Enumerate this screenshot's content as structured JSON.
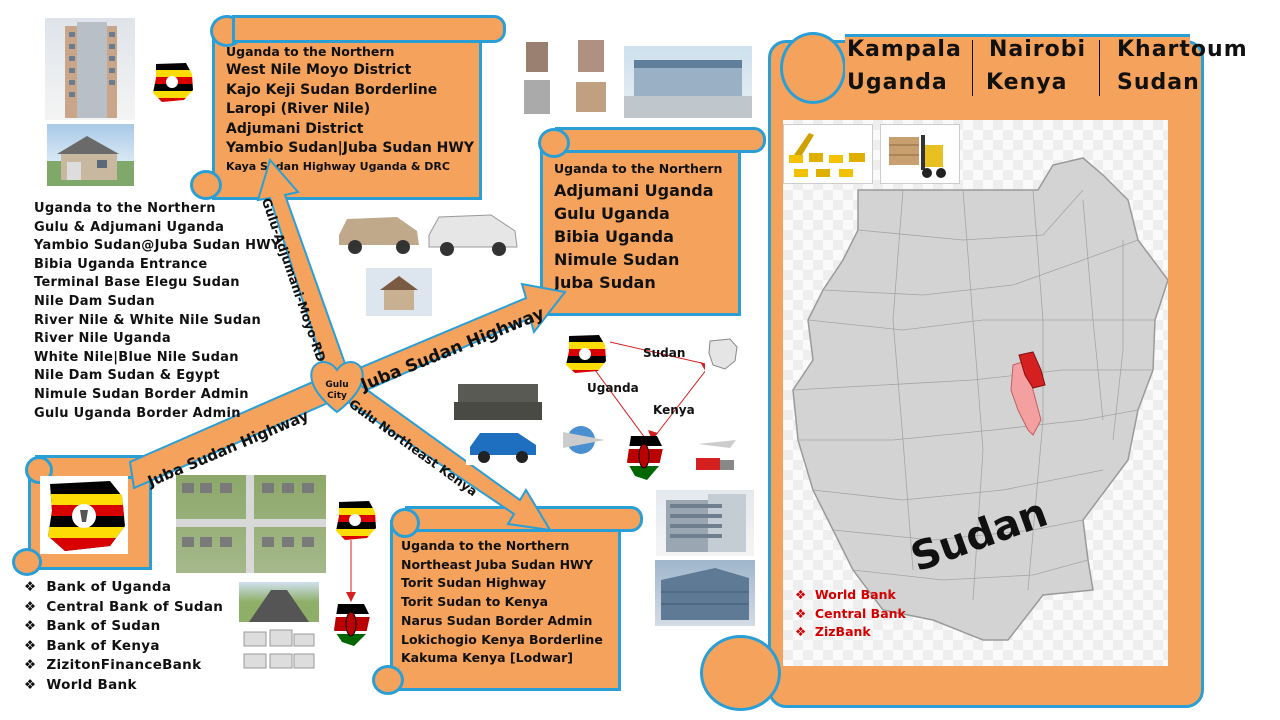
{
  "header": {
    "cities": [
      "Kampala",
      "Nairobi",
      "Khartoum"
    ],
    "countries": [
      "Uganda",
      "Kenya",
      "Sudan"
    ]
  },
  "top_scroll": {
    "lines": [
      "Uganda to the Northern",
      "West Nile Moyo District",
      "Kajo Keji Sudan Borderline",
      "Laropi (River Nile)",
      "Adjumani District",
      "Yambio Sudan|Juba Sudan HWY",
      "Kaya Sudan Highway Uganda & DRC"
    ]
  },
  "mid_scroll": {
    "lines": [
      "Uganda to the Northern",
      "Adjumani Uganda",
      "Gulu Uganda",
      "Bibia Uganda",
      "Nimule Sudan",
      "Juba Sudan"
    ]
  },
  "bottom_scroll": {
    "lines": [
      "Uganda to the Northern",
      "Northeast Juba Sudan HWY",
      "Torit Sudan Highway",
      "Torit Sudan to Kenya",
      "Narus Sudan Border Admin",
      "Lokichogio Kenya Borderline",
      "Kakuma Kenya [Lodwar]"
    ]
  },
  "left_list": [
    "Uganda to the Northern",
    "Gulu & Adjumani Uganda",
    "Yambio Sudan@Juba Sudan HWY",
    "Bibia Uganda Entrance",
    "Terminal Base Elegu Sudan",
    "Nile Dam Sudan",
    "River Nile & White Nile Sudan",
    "River Nile Uganda",
    "White Nile|Blue Nile Sudan",
    "Nile Dam Sudan & Egypt",
    "Nimule Sudan Border Admin",
    "Gulu Uganda Border Admin"
  ],
  "banks_list": [
    "Bank of Uganda",
    "Central Bank of Sudan",
    "Bank of Sudan",
    "Bank of Kenya",
    "ZizitonFinanceBank",
    "World Bank"
  ],
  "arrows": {
    "hub": "Gulu City",
    "hub_line1": "Gulu",
    "hub_line2": "City",
    "north_road": "Gulu-Adjumani-Moyo-RD",
    "northeast_highway": "Juba Sudan Highway",
    "southwest_highway": "Juba Sudan Highway",
    "southeast_road": "Gulu Northeast Kenya"
  },
  "route_diagram": {
    "sudan": "Sudan",
    "uganda": "Uganda",
    "kenya": "Kenya"
  },
  "map": {
    "country_label": "Sudan",
    "banks": [
      "World Bank",
      "Central Bank",
      "ZizBank"
    ]
  },
  "colors": {
    "scroll_fill": "#f4a25c",
    "scroll_border": "#2a9fd6",
    "map_fill": "#d3d3d3",
    "highlight": "#f4a0a0",
    "highlight_dark": "#d42020",
    "bank_red": "#d40000"
  }
}
